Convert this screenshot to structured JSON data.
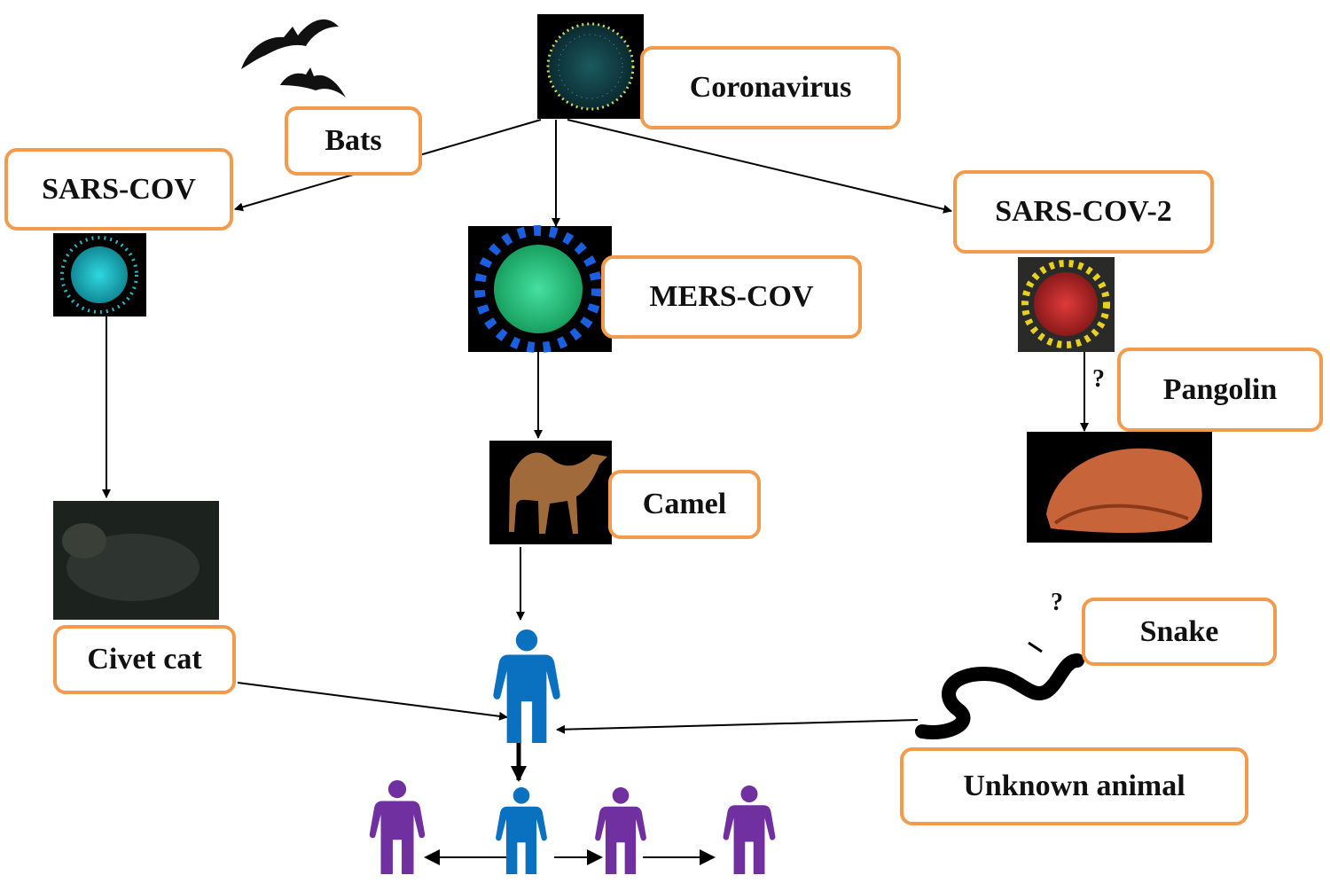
{
  "labels": {
    "coronavirus": "Coronavirus",
    "bats": "Bats",
    "sars_cov": "SARS-COV",
    "sars_cov_2": "SARS-COV-2",
    "mers_cov": "MERS-COV",
    "pangolin": "Pangolin",
    "camel": "Camel",
    "civet_cat": "Civet cat",
    "snake": "Snake",
    "unknown_animal": "Unknown animal"
  },
  "uncertain_marks": {
    "pangolin": "?",
    "snake": "?"
  },
  "colors": {
    "box_border": "#f39a4c",
    "human_primary": "#0a70c0",
    "human_secondary": "#7030a0",
    "arrow": "#000000"
  }
}
